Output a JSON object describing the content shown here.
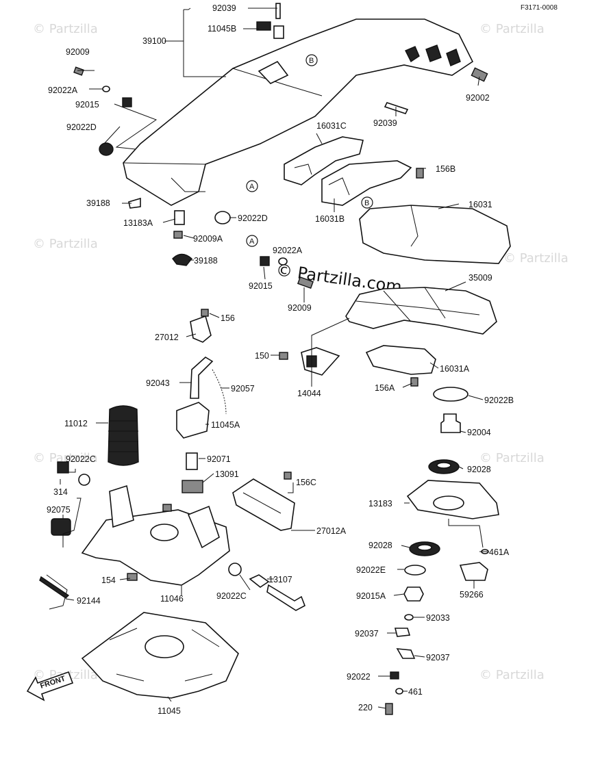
{
  "figure_code": "F3171-0008",
  "watermark_small": "© Partzilla",
  "watermark_center": "© Partzilla.com",
  "front_label": "FRONT",
  "ref_tags": [
    "A",
    "B"
  ],
  "labels": {
    "p92039a": "92039",
    "p11045b": "11045B",
    "p39100": "39100",
    "p92009": "92009",
    "p92022a": "92022A",
    "p92015": "92015",
    "p92022d": "92022D",
    "p92002": "92002",
    "p92039b": "92039",
    "p16031c": "16031C",
    "p156b": "156B",
    "p16031": "16031",
    "p16031b": "16031B",
    "p39188a": "39188",
    "p13183a": "13183A",
    "p92022d2": "92022D",
    "p92009a": "92009A",
    "p39188b": "39188",
    "p92022a2": "92022A",
    "p92015b": "92015",
    "p92009b": "92009",
    "p35009": "35009",
    "p156": "156",
    "p27012": "27012",
    "p150": "150",
    "p14044": "14044",
    "p16031a": "16031A",
    "p156a": "156A",
    "p92022b": "92022B",
    "p92043": "92043",
    "p92057": "92057",
    "p11045a": "11045A",
    "p92004": "92004",
    "p11012": "11012",
    "p92071": "92071",
    "p92022c": "92022C",
    "p13091": "13091",
    "p92028a": "92028",
    "p314": "314",
    "p156c": "156C",
    "p13183": "13183",
    "p92075": "92075",
    "p27012a": "27012A",
    "p92028b": "92028",
    "p461a": "461A",
    "p154": "154",
    "p13107": "13107",
    "p92022e": "92022E",
    "p59266": "59266",
    "p92144": "92144",
    "p11046": "11046",
    "p92022c2": "92022C",
    "p92015a": "92015A",
    "p92033": "92033",
    "p92037a": "92037",
    "p92037b": "92037",
    "p92022": "92022",
    "p461": "461",
    "p11045": "11045",
    "p220": "220"
  }
}
